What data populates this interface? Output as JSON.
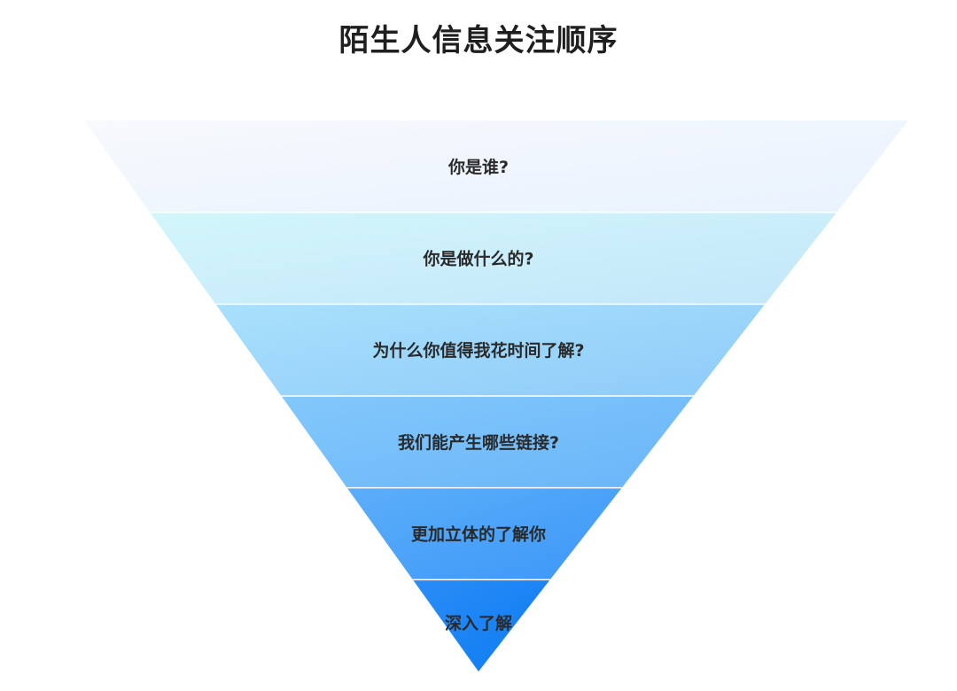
{
  "title": "陌生人信息关注顺序",
  "levels": [
    {
      "label": "你是谁?",
      "color_start": "#f7f9fd",
      "color_end": "#e9f2fe"
    },
    {
      "label": "你是做什么的?",
      "color_start": "#d3f6fb",
      "color_end": "#c3e6fa"
    },
    {
      "label": "为什么你值得我花时间了解?",
      "color_start": "#a9e0fb",
      "color_end": "#8ecbfa"
    },
    {
      "label": "我们能产生哪些链接?",
      "color_start": "#83c8fb",
      "color_end": "#69b5fa"
    },
    {
      "label": "更加立体的了解你",
      "color_start": "#5baef9",
      "color_end": "#3c97f8"
    },
    {
      "label": "深入了解",
      "color_start": "#2b8cf6",
      "color_end": "#0c7cf3"
    }
  ]
}
